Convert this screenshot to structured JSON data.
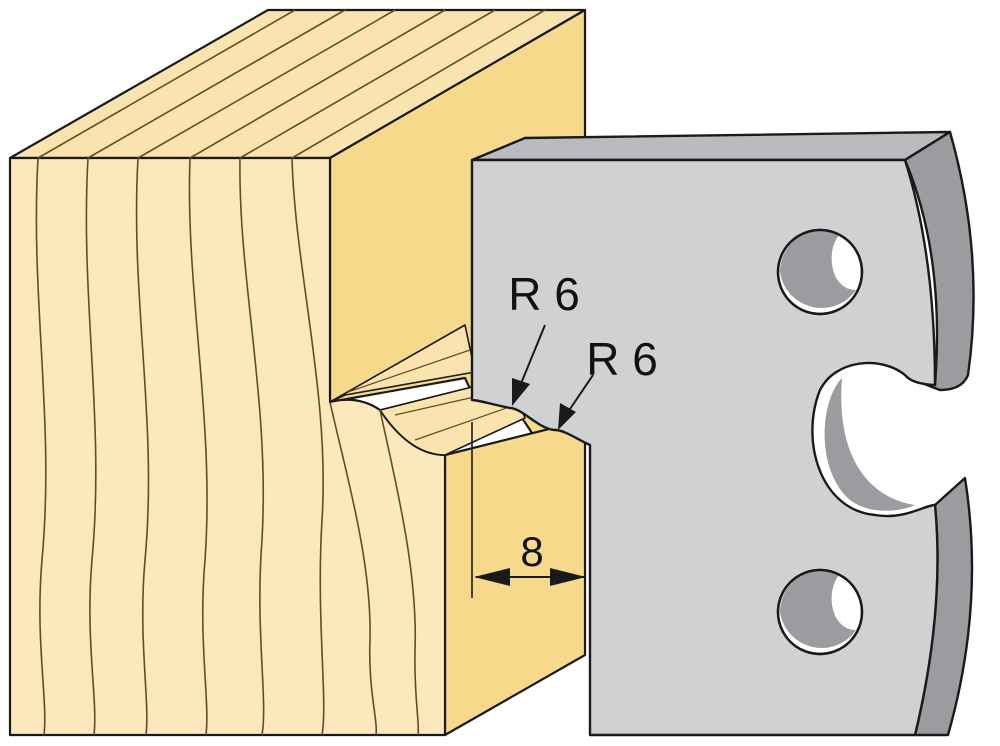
{
  "labels": {
    "radius_upper": "R 6",
    "radius_lower": "R 6",
    "depth": "8"
  },
  "colors": {
    "wood_front": "#fbe8bd",
    "wood_top": "#f9e4b0",
    "wood_side": "#f7d98c",
    "wood_grain": "#6b4a1e",
    "steel_face": "#cfd1d3",
    "steel_edge": "#9a9c9f",
    "outline": "#1a1a1a"
  },
  "icons": {
    "wood": "wood-block-icon",
    "knife": "profile-knife-icon"
  }
}
